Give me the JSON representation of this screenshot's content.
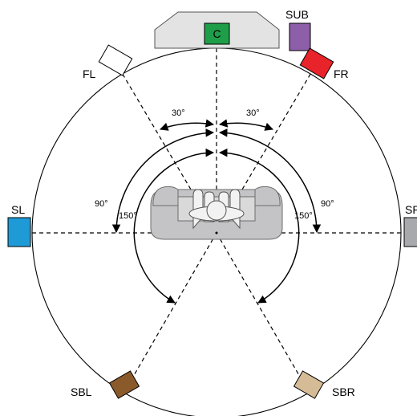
{
  "diagram": {
    "center_speaker": {
      "label": "C",
      "color": "#1f9e4a"
    },
    "subwoofer": {
      "label": "SUB",
      "color": "#8c5fa8"
    },
    "speakers": {
      "fl": {
        "label": "FL",
        "color": "#ffffff"
      },
      "fr": {
        "label": "FR",
        "color": "#e8232a"
      },
      "sl": {
        "label": "SL",
        "color": "#1e9bd7"
      },
      "sr": {
        "label": "SR",
        "color": "#a7a9ac"
      },
      "sbl": {
        "label": "SBL",
        "color": "#8b5a2b"
      },
      "sbr": {
        "label": "SBR",
        "color": "#d6bc96"
      }
    },
    "angles": {
      "front_left": "30°",
      "front_right": "30°",
      "side_left": "90°",
      "side_right": "90°",
      "back_left": "150°",
      "back_right": "150°"
    },
    "colors": {
      "tv": "#e3e3e3",
      "sofa": "#c4c4c6",
      "sofa_inner": "#dcdcdd",
      "line": "#000000"
    }
  }
}
